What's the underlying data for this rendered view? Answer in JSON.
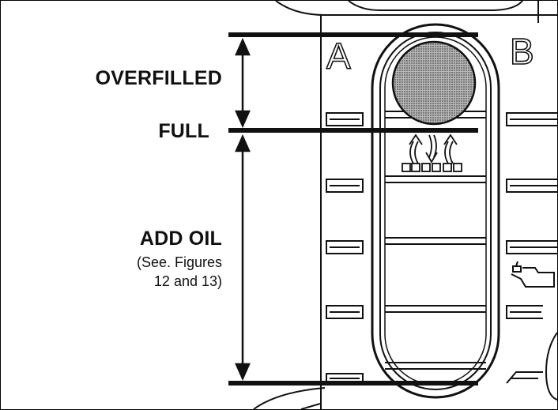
{
  "labels": {
    "overfilled": "OVERFILLED",
    "full": "FULL",
    "add_oil": "ADD OIL",
    "add_oil_note_line1": "(See. Figures",
    "add_oil_note_line2": "12 and 13)",
    "mark_a": "A",
    "mark_b": "B"
  },
  "icons": {
    "sight_glass": "oil-sight-glass",
    "oil_can": "oil-can-icon",
    "flow_arrows": "oil-flow-arrows-icon"
  },
  "colors": {
    "line": "#111111",
    "ball": "#8a8a8a",
    "background": "#ffffff"
  }
}
